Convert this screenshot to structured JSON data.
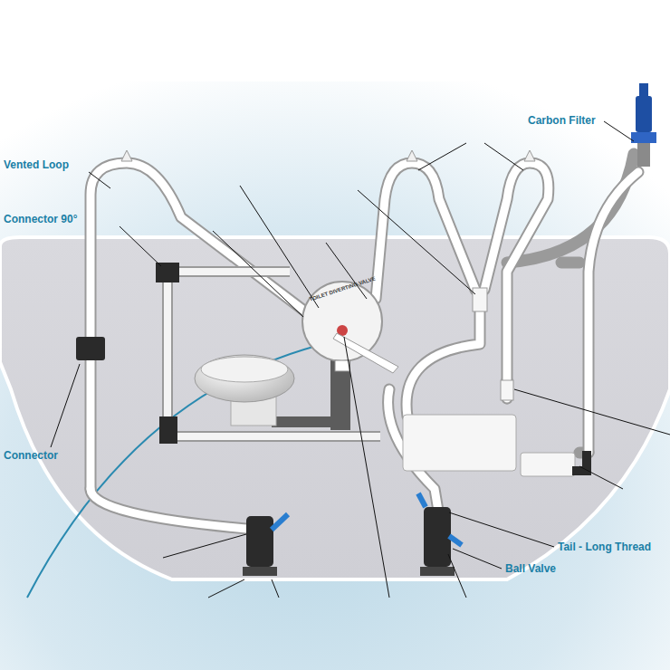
{
  "diagram": {
    "labels": [
      "Vented Loop",
      "Connector 90°",
      "Connector",
      "TOILET DIVERTING VALVE",
      "Carbon Filter",
      "Tail - Long Thread",
      "Ball Valve"
    ]
  }
}
